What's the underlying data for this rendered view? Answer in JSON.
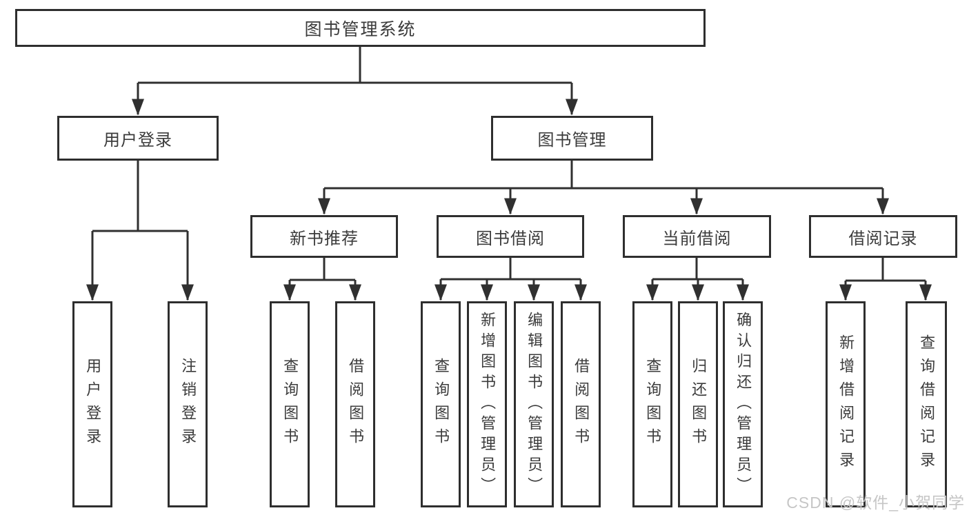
{
  "diagram_type": "hierarchy-tree",
  "tree": {
    "label": "图书管理系统",
    "children": [
      {
        "label": "用户登录",
        "children": [
          {
            "label": "用户登录"
          },
          {
            "label": "注销登录"
          }
        ]
      },
      {
        "label": "图书管理",
        "children": [
          {
            "label": "新书推荐",
            "children": [
              {
                "label": "查询图书"
              },
              {
                "label": "借阅图书"
              }
            ]
          },
          {
            "label": "图书借阅",
            "children": [
              {
                "label": "查询图书"
              },
              {
                "label": "新增图书（管理员）"
              },
              {
                "label": "编辑图书（管理员）"
              },
              {
                "label": "借阅图书"
              }
            ]
          },
          {
            "label": "当前借阅",
            "children": [
              {
                "label": "查询图书"
              },
              {
                "label": "归还图书"
              },
              {
                "label": "确认归还（管理员）"
              }
            ]
          },
          {
            "label": "借阅记录",
            "children": [
              {
                "label": "新增借阅记录"
              },
              {
                "label": "查询借阅记录"
              }
            ]
          }
        ]
      }
    ]
  },
  "watermark": {
    "text": "CSDN @软件_小贺同学"
  },
  "colors": {
    "line": "#303030",
    "box_border": "#2e2e2e",
    "text": "#3b3b3b",
    "watermark": "#c6c6c6",
    "background": "#ffffff"
  }
}
